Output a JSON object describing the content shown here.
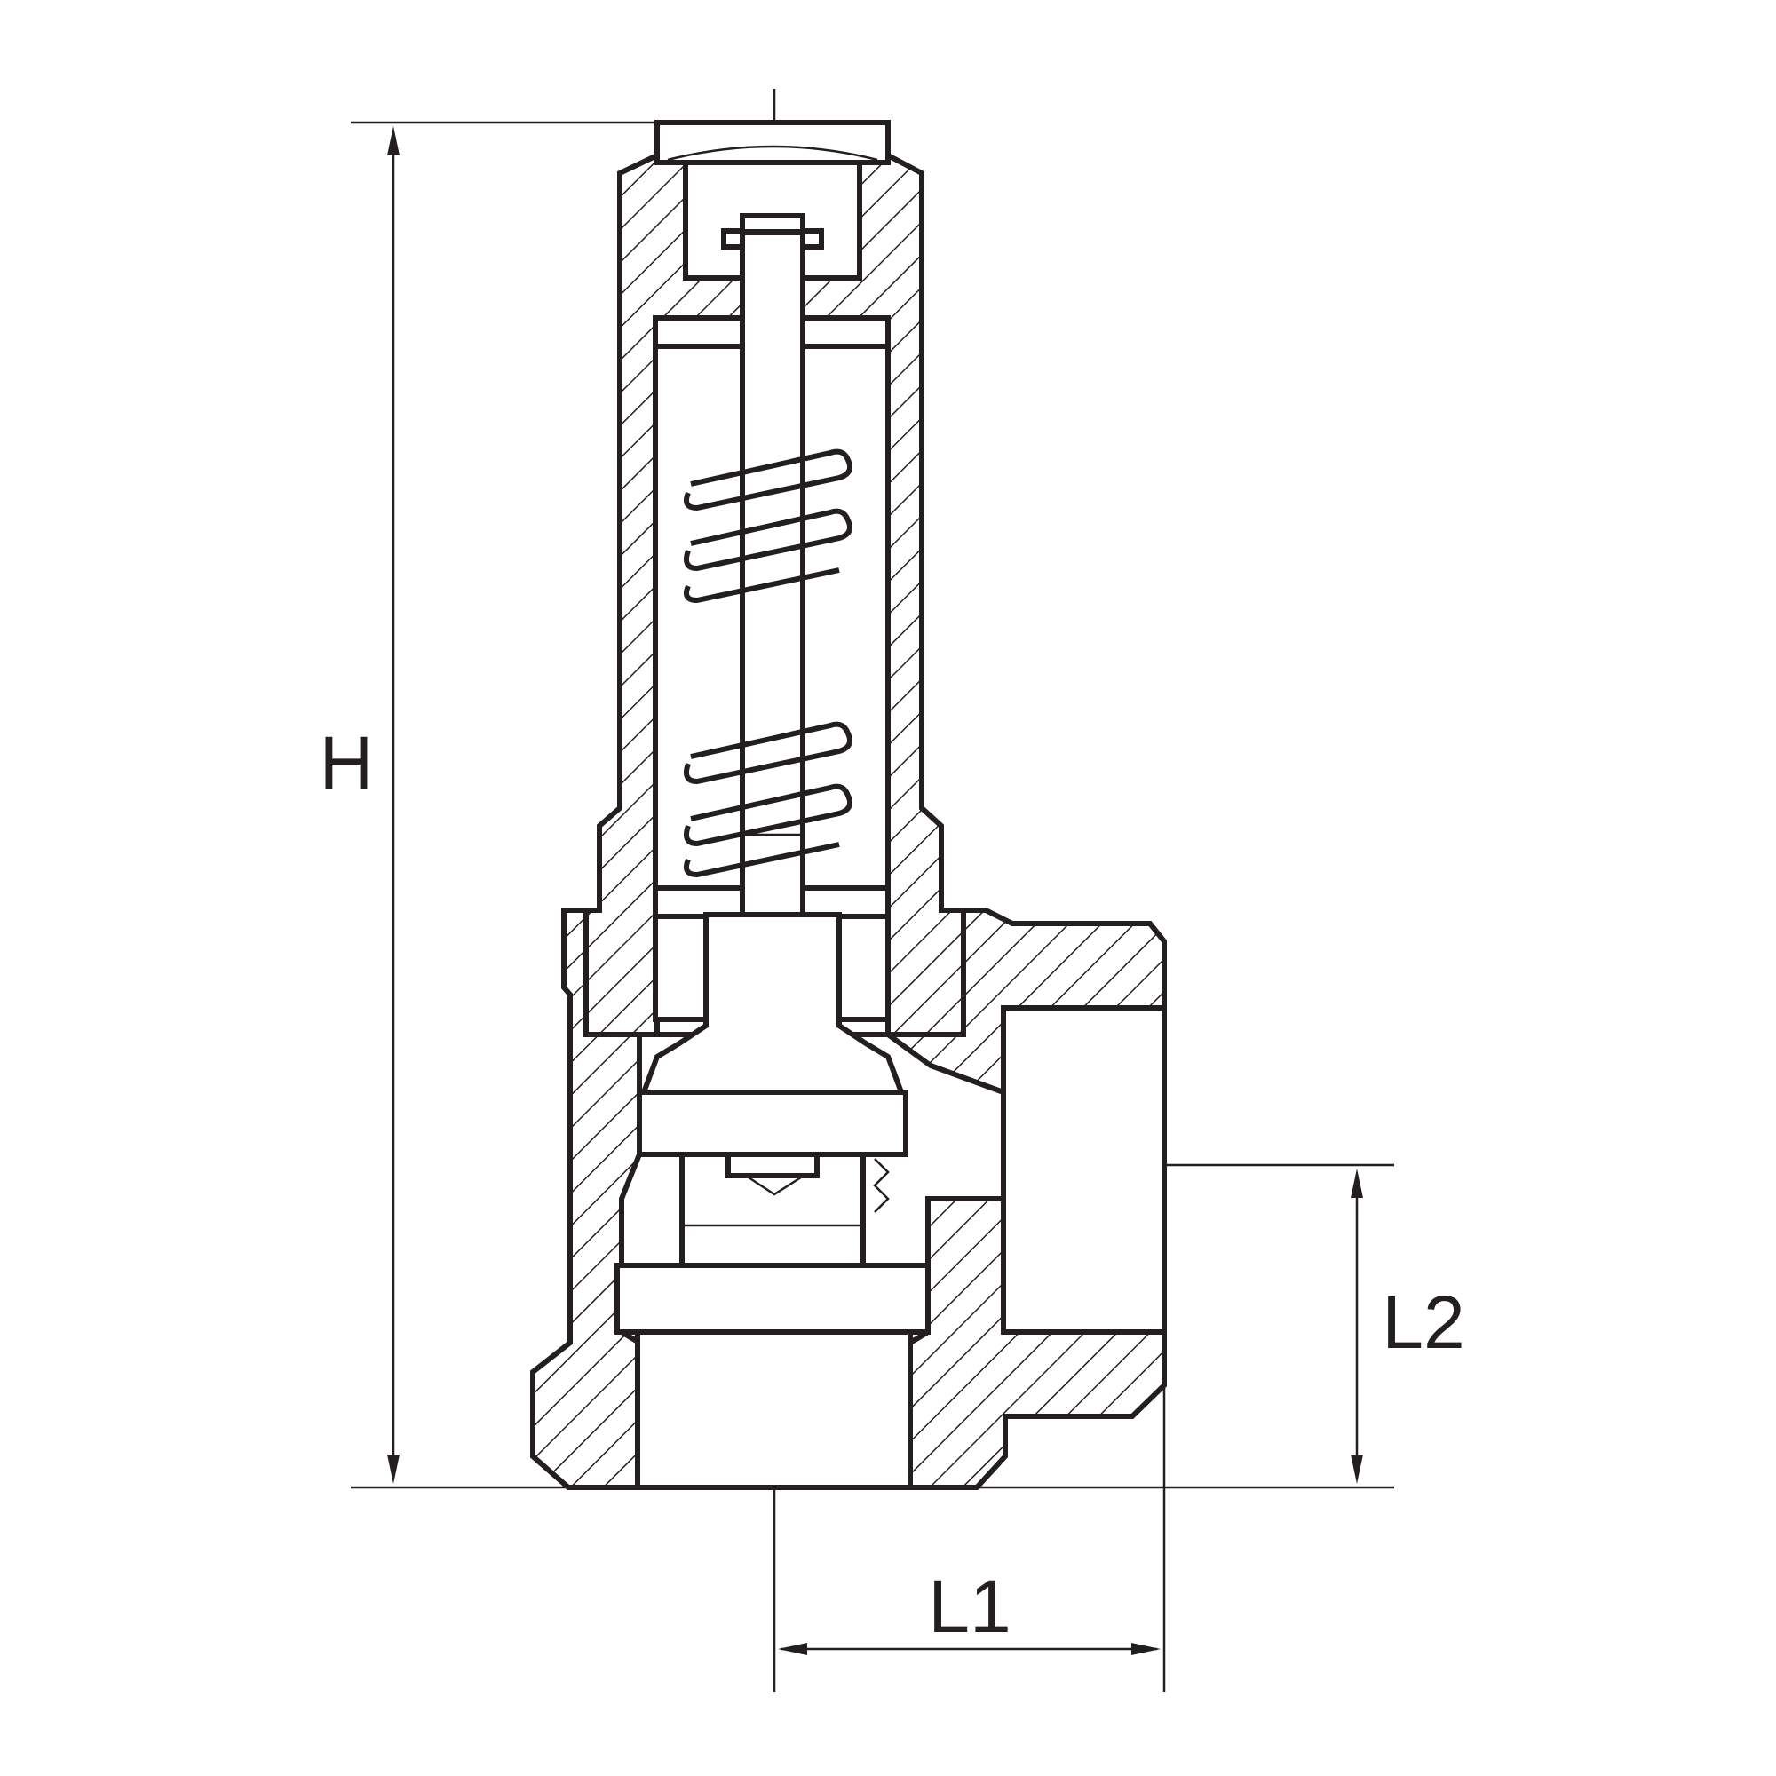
{
  "diagram": {
    "labels": {
      "height": "H",
      "length_1": "L1",
      "length_2": "L2"
    },
    "colors": {
      "line": "#231f20",
      "background": "#ffffff"
    }
  }
}
